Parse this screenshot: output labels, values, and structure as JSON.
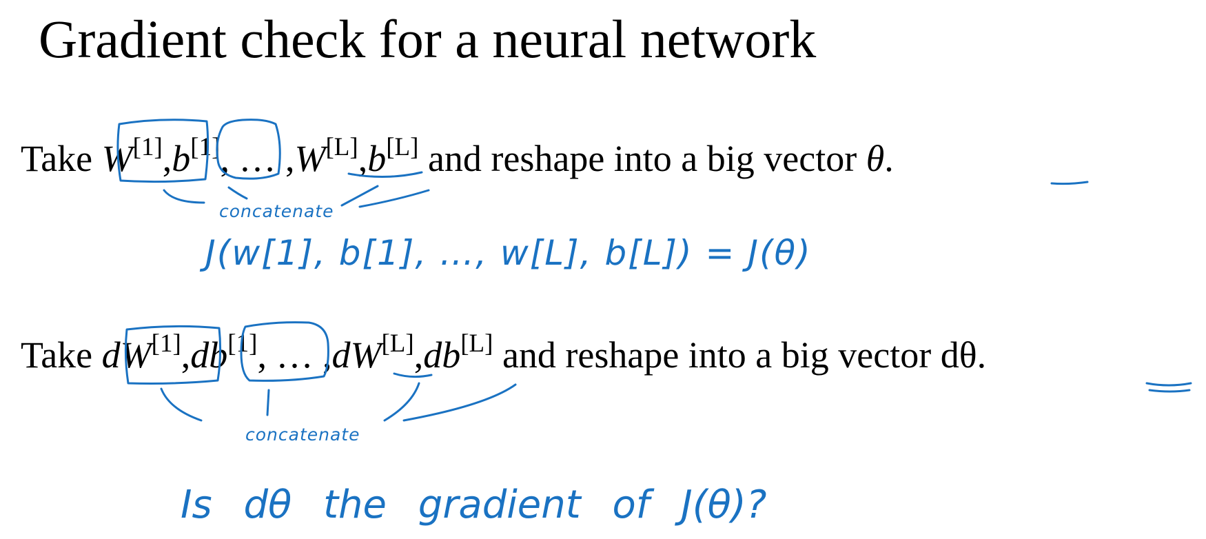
{
  "title": "Gradient check for a neural network",
  "line1": {
    "take": "Take ",
    "w1": "W",
    "w1_sup": "[1]",
    "sep1": ",",
    "b1": "b",
    "b1_sup": "[1]",
    "dots": ", … ,",
    "wL": "W",
    "wL_sup": "[L]",
    "sep2": ",",
    "bL": "b",
    "bL_sup": "[L]",
    "rest": " and reshape into a big vector ",
    "theta": "θ",
    "period": "."
  },
  "line2": {
    "take": "Take ",
    "dw1": "dW",
    "dw1_sup": "[1]",
    "sep1": ",",
    "db1": "db",
    "db1_sup": "[1]",
    "dots": ", … ,",
    "dwL": "dW",
    "dwL_sup": "[L]",
    "sep2": ",",
    "dbL": "db",
    "dbL_sup": "[L]",
    "rest": " and reshape into a big vector ",
    "dtheta": "dθ",
    "period": "."
  },
  "annotations": {
    "concat1": "concatenate",
    "equation": "J(w[1], b[1], …, w[L], b[L]) = J(θ)",
    "concat2": "concatenate",
    "question": "Is dθ the gradient of J(θ)?"
  },
  "ink_color": "#1a72c2"
}
